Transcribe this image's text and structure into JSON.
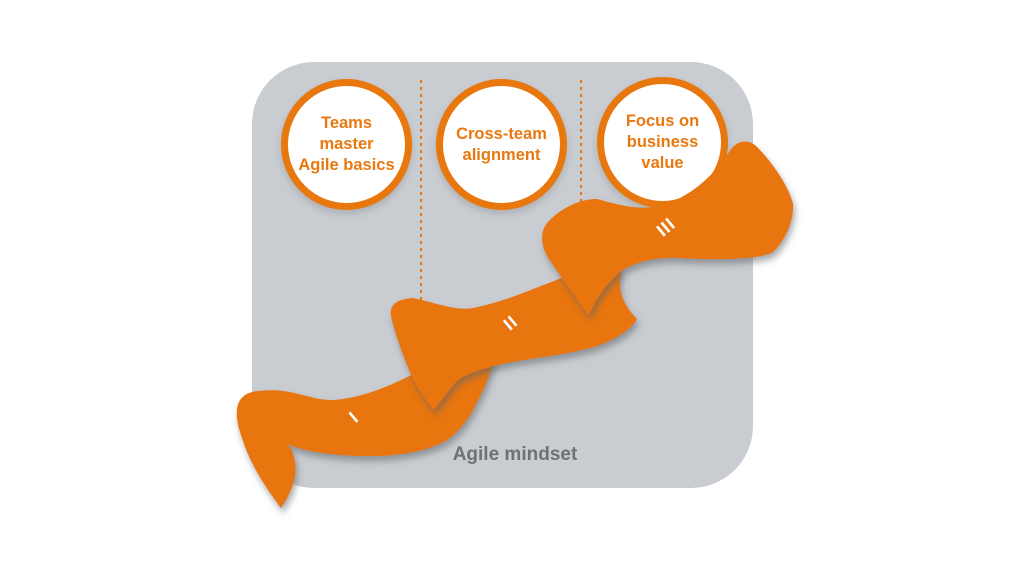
{
  "panel": {
    "caption": "Agile mindset",
    "background_color": "#C9CCD0"
  },
  "colors": {
    "orange": "#E8750D",
    "circle_border": "#E8770E",
    "circle_text": "#E8780F",
    "caption_text": "#6D7277",
    "numeral_text": "#FFFFFF"
  },
  "circles": [
    {
      "label": "Teams master Agile basics",
      "lines": [
        "Teams",
        "master",
        "Agile basics"
      ]
    },
    {
      "label": "Cross-team alignment",
      "lines": [
        "Cross-team",
        "alignment"
      ]
    },
    {
      "label": "Focus on business value",
      "lines": [
        "Focus on",
        "business",
        "value"
      ]
    }
  ],
  "ribbon": {
    "steps": [
      {
        "numeral": "I"
      },
      {
        "numeral": "II"
      },
      {
        "numeral": "III"
      }
    ]
  }
}
